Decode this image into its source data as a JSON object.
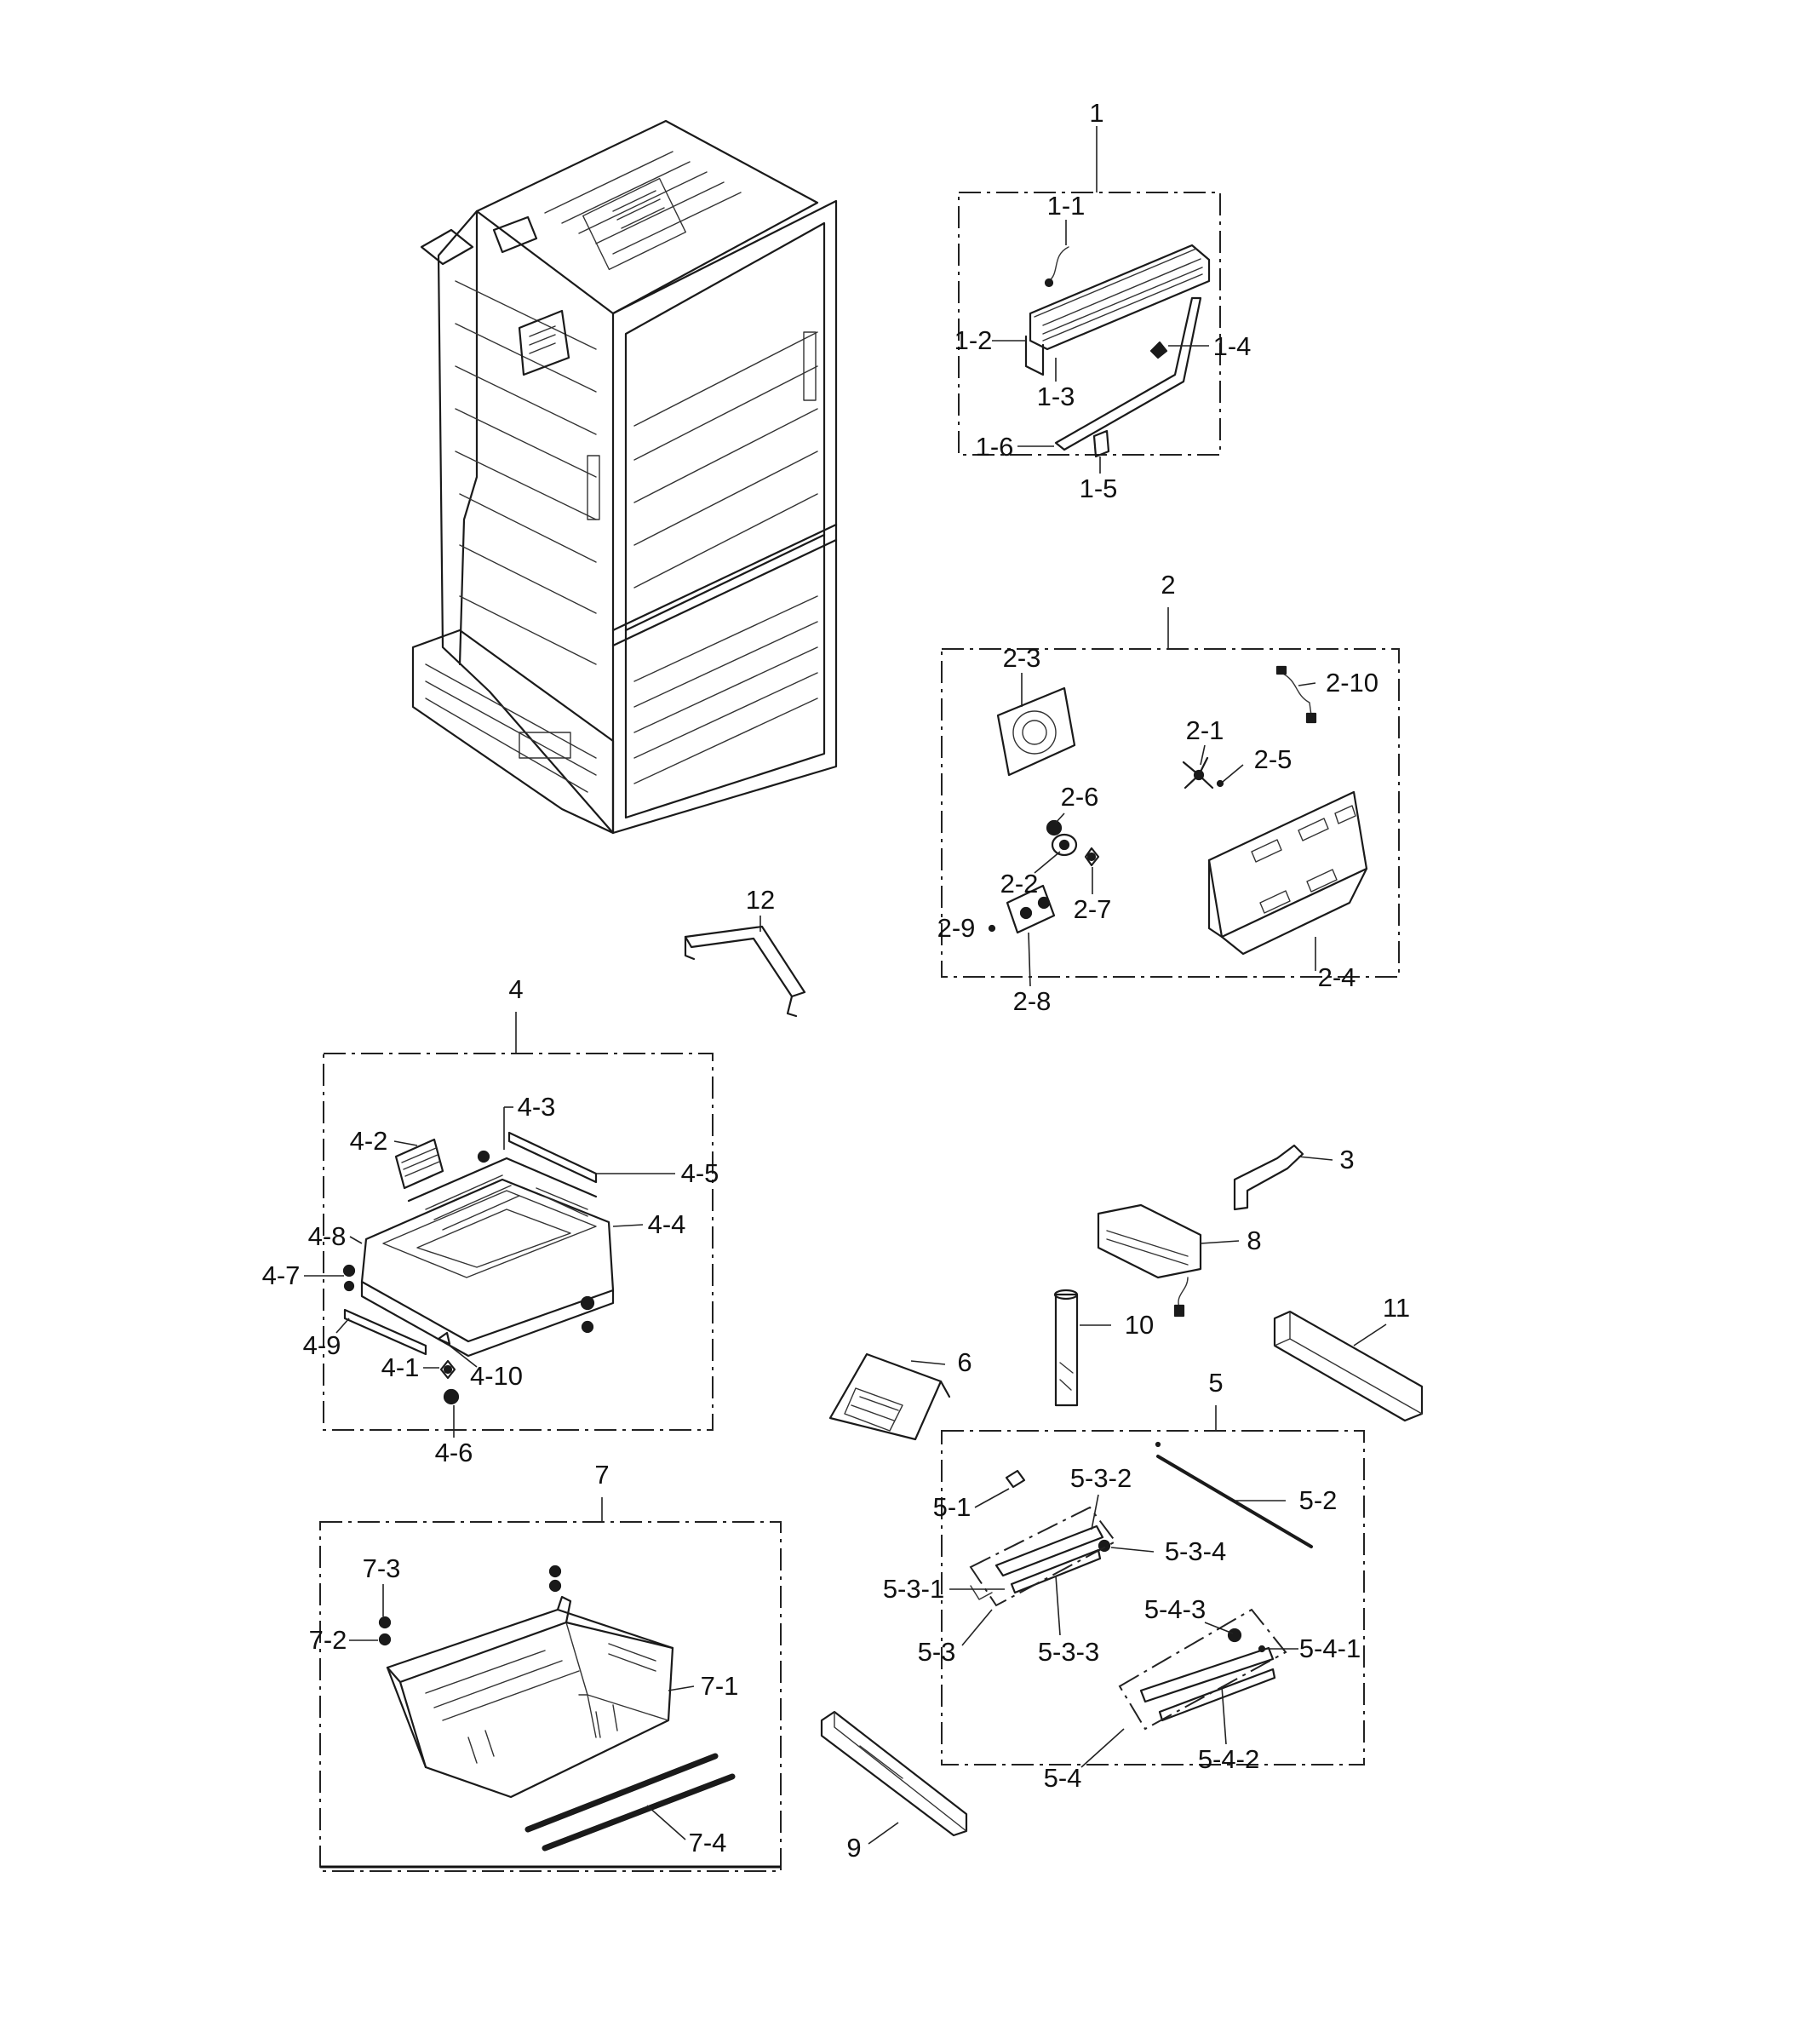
{
  "labels": {
    "l1": "1",
    "l1_1": "1-1",
    "l1_2": "1-2",
    "l1_3": "1-3",
    "l1_4": "1-4",
    "l1_5": "1-5",
    "l1_6": "1-6",
    "l2": "2",
    "l2_1": "2-1",
    "l2_2": "2-2",
    "l2_3": "2-3",
    "l2_4": "2-4",
    "l2_5": "2-5",
    "l2_6": "2-6",
    "l2_7": "2-7",
    "l2_8": "2-8",
    "l2_9": "2-9",
    "l2_10": "2-10",
    "l3": "3",
    "l4": "4",
    "l4_1": "4-1",
    "l4_2": "4-2",
    "l4_3": "4-3",
    "l4_4": "4-4",
    "l4_5": "4-5",
    "l4_6": "4-6",
    "l4_7": "4-7",
    "l4_8": "4-8",
    "l4_9": "4-9",
    "l4_10": "4-10",
    "l5": "5",
    "l5_1": "5-1",
    "l5_2": "5-2",
    "l5_3": "5-3",
    "l5_3_1": "5-3-1",
    "l5_3_2": "5-3-2",
    "l5_3_3": "5-3-3",
    "l5_3_4": "5-3-4",
    "l5_4": "5-4",
    "l5_4_1": "5-4-1",
    "l5_4_2": "5-4-2",
    "l5_4_3": "5-4-3",
    "l6": "6",
    "l7": "7",
    "l7_1": "7-1",
    "l7_2": "7-2",
    "l7_3": "7-3",
    "l7_4": "7-4",
    "l8": "8",
    "l9": "9",
    "l10": "10",
    "l11": "11",
    "l12": "12"
  }
}
